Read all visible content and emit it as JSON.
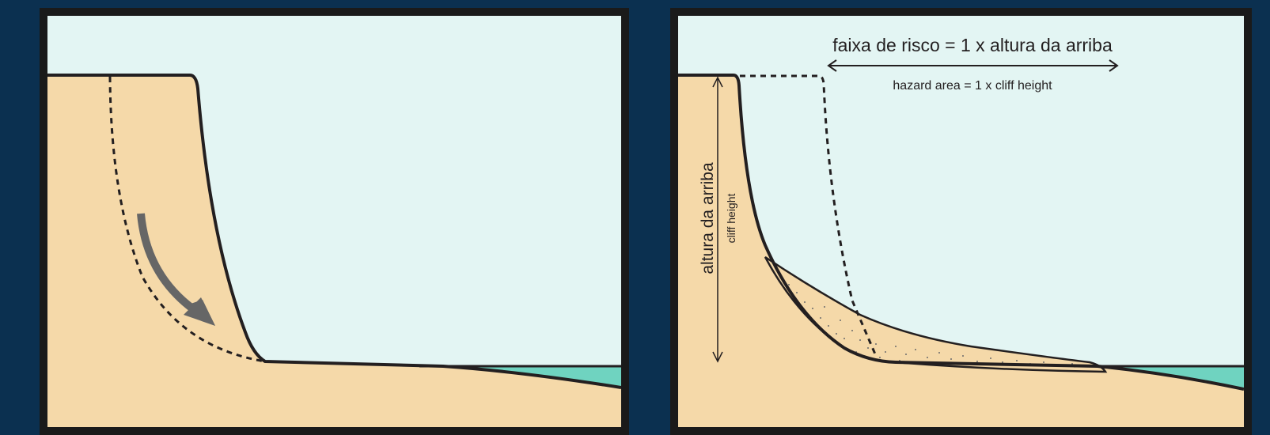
{
  "colors": {
    "background": "#0b3050",
    "frame": "#1a1a1a",
    "sky": "#e3f5f3",
    "sand": "#f5d9a9",
    "sea": "#6fd3c0",
    "outline": "#231f20",
    "arrow": "#666666"
  },
  "left_panel": {
    "icons": [
      "curved-arrow-icon"
    ]
  },
  "right_panel": {
    "hazard_label_pt": "faixa de risco = 1 x altura da arriba",
    "hazard_label_en": "hazard area = 1 x cliff height",
    "height_label_pt": "altura da arriba",
    "height_label_en": "cliff height"
  }
}
